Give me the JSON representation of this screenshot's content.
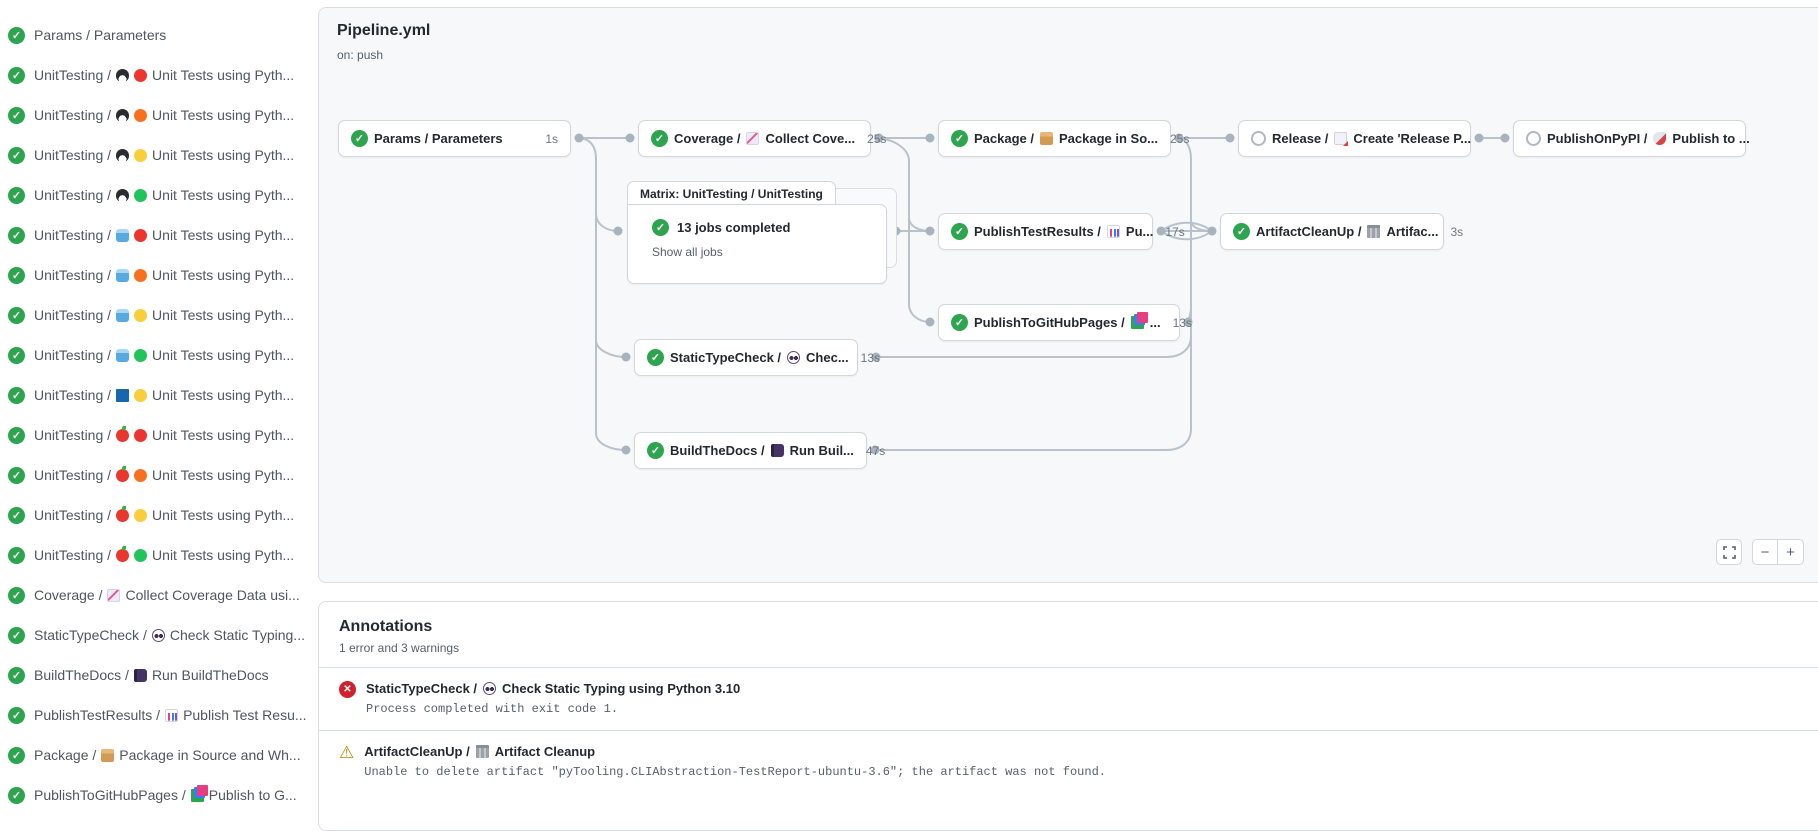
{
  "colors": {
    "success": "#2da44e",
    "error": "#cf222e",
    "warning": "#bf8700",
    "accent_border": "#d0d7de"
  },
  "sidebar": {
    "items": [
      {
        "status": "success",
        "prefix": "Params / Parameters",
        "icons": [],
        "label": ""
      },
      {
        "status": "success",
        "prefix": "UnitTesting /",
        "icons": [
          "penguin",
          "dot-red"
        ],
        "label": "Unit Tests using Pyth..."
      },
      {
        "status": "success",
        "prefix": "UnitTesting /",
        "icons": [
          "penguin",
          "dot-orange"
        ],
        "label": "Unit Tests using Pyth..."
      },
      {
        "status": "success",
        "prefix": "UnitTesting /",
        "icons": [
          "penguin",
          "dot-yellow"
        ],
        "label": "Unit Tests using Pyth..."
      },
      {
        "status": "success",
        "prefix": "UnitTesting /",
        "icons": [
          "penguin",
          "dot-green"
        ],
        "label": "Unit Tests using Pyth..."
      },
      {
        "status": "success",
        "prefix": "UnitTesting /",
        "icons": [
          "cube",
          "dot-red"
        ],
        "label": "Unit Tests using Pyth..."
      },
      {
        "status": "success",
        "prefix": "UnitTesting /",
        "icons": [
          "cube",
          "dot-orange"
        ],
        "label": "Unit Tests using Pyth..."
      },
      {
        "status": "success",
        "prefix": "UnitTesting /",
        "icons": [
          "cube",
          "dot-yellow"
        ],
        "label": "Unit Tests using Pyth..."
      },
      {
        "status": "success",
        "prefix": "UnitTesting /",
        "icons": [
          "cube",
          "dot-green"
        ],
        "label": "Unit Tests using Pyth..."
      },
      {
        "status": "success",
        "prefix": "UnitTesting /",
        "icons": [
          "windows",
          "dot-yellow"
        ],
        "label": "Unit Tests using Pyth..."
      },
      {
        "status": "success",
        "prefix": "UnitTesting /",
        "icons": [
          "apple",
          "dot-red"
        ],
        "label": "Unit Tests using Pyth..."
      },
      {
        "status": "success",
        "prefix": "UnitTesting /",
        "icons": [
          "apple",
          "dot-orange"
        ],
        "label": "Unit Tests using Pyth..."
      },
      {
        "status": "success",
        "prefix": "UnitTesting /",
        "icons": [
          "apple",
          "dot-yellow"
        ],
        "label": "Unit Tests using Pyth..."
      },
      {
        "status": "success",
        "prefix": "UnitTesting /",
        "icons": [
          "apple",
          "dot-green"
        ],
        "label": "Unit Tests using Pyth..."
      },
      {
        "status": "success",
        "prefix": "Coverage /",
        "icons": [
          "chart-up"
        ],
        "label": "Collect Coverage Data usi..."
      },
      {
        "status": "success",
        "prefix": "StaticTypeCheck /",
        "icons": [
          "eyes"
        ],
        "label": "Check Static Typing..."
      },
      {
        "status": "success",
        "prefix": "BuildTheDocs /",
        "icons": [
          "notebook"
        ],
        "label": "Run BuildTheDocs"
      },
      {
        "status": "success",
        "prefix": "PublishTestResults /",
        "icons": [
          "barchart"
        ],
        "label": "Publish Test Resu..."
      },
      {
        "status": "success",
        "prefix": "Package /",
        "icons": [
          "package"
        ],
        "label": "Package in Source and Wh..."
      },
      {
        "status": "success",
        "prefix": "PublishToGitHubPages /",
        "icons": [
          "books"
        ],
        "label": "Publish to G..."
      }
    ]
  },
  "graph": {
    "title": "Pipeline.yml",
    "trigger": "on: push",
    "matrix": {
      "tab": "Matrix: UnitTesting / UnitTesting",
      "summary": "13 jobs completed",
      "link": "Show all jobs",
      "status": "success"
    },
    "nodes": [
      {
        "id": "params",
        "status": "success",
        "prefix": "Params / Parameters",
        "icon": "",
        "label": "",
        "duration": "1s"
      },
      {
        "id": "coverage",
        "status": "success",
        "prefix": "Coverage /",
        "icon": "chart-up",
        "label": "Collect Cove...",
        "duration": "25s"
      },
      {
        "id": "package",
        "status": "success",
        "prefix": "Package /",
        "icon": "package",
        "label": "Package in So...",
        "duration": "25s"
      },
      {
        "id": "release",
        "status": "skipped",
        "prefix": "Release /",
        "icon": "doc-arrow",
        "label": "Create 'Release P...",
        "duration": ""
      },
      {
        "id": "publishonpypi",
        "status": "skipped",
        "prefix": "PublishOnPyPI /",
        "icon": "rocket",
        "label": "Publish to ...",
        "duration": ""
      },
      {
        "id": "publishtestresults",
        "status": "success",
        "prefix": "PublishTestResults /",
        "icon": "barchart",
        "label": "Pu...",
        "duration": "17s"
      },
      {
        "id": "artifactcleanup",
        "status": "success",
        "prefix": "ArtifactCleanUp /",
        "icon": "trash",
        "label": "Artifac...",
        "duration": "3s"
      },
      {
        "id": "publishtogithubpages",
        "status": "success",
        "prefix": "PublishToGitHubPages /",
        "icon": "books",
        "label": "...",
        "duration": "13s"
      },
      {
        "id": "statictypecheck",
        "status": "success",
        "prefix": "StaticTypeCheck /",
        "icon": "eyes",
        "label": "Chec...",
        "duration": "13s"
      },
      {
        "id": "buildthedocs",
        "status": "success",
        "prefix": "BuildTheDocs /",
        "icon": "notebook",
        "label": "Run Buil...",
        "duration": "47s"
      }
    ],
    "controls": {
      "zoom_out": "−",
      "zoom_in": "+"
    }
  },
  "annotations": {
    "title": "Annotations",
    "summary": "1 error and 3 warnings",
    "items": [
      {
        "type": "error",
        "prefix": "StaticTypeCheck /",
        "icon": "eyes",
        "title": "Check Static Typing using Python 3.10",
        "message": "Process completed with exit code 1."
      },
      {
        "type": "warning",
        "prefix": "ArtifactCleanUp /",
        "icon": "trash",
        "title": "Artifact Cleanup",
        "message": "Unable to delete artifact \"pyTooling.CLIAbstraction-TestReport-ubuntu-3.6\"; the artifact was not found."
      }
    ]
  }
}
